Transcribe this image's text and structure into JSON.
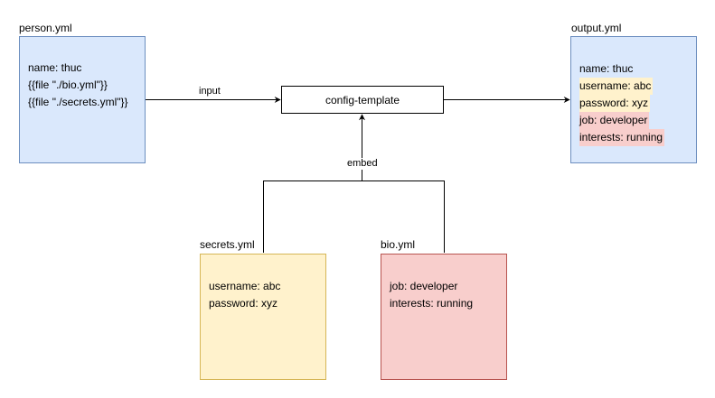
{
  "colors": {
    "blue_fill": "#dae8fc",
    "blue_stroke": "#6c8ebf",
    "yellow_fill": "#fff2cc",
    "yellow_stroke": "#d6b656",
    "red_fill": "#f8cecc",
    "red_stroke": "#b85450",
    "line": "#000000"
  },
  "person": {
    "title": "person.yml",
    "lines": [
      "name: thuc",
      "{{file \"./bio.yml\"}}",
      "{{file \"./secrets.yml\"}}"
    ]
  },
  "process": {
    "label": "config-template"
  },
  "output": {
    "title": "output.yml",
    "lines": [
      "name: thuc",
      "username: abc",
      "password: xyz",
      "job: developer",
      "interests: running"
    ]
  },
  "secrets": {
    "title": "secrets.yml",
    "lines": [
      "username: abc",
      "password: xyz"
    ]
  },
  "bio": {
    "title": "bio.yml",
    "lines": [
      "job: developer",
      "interests: running"
    ]
  },
  "edges": {
    "input_label": "input",
    "embed_label": "embed"
  }
}
